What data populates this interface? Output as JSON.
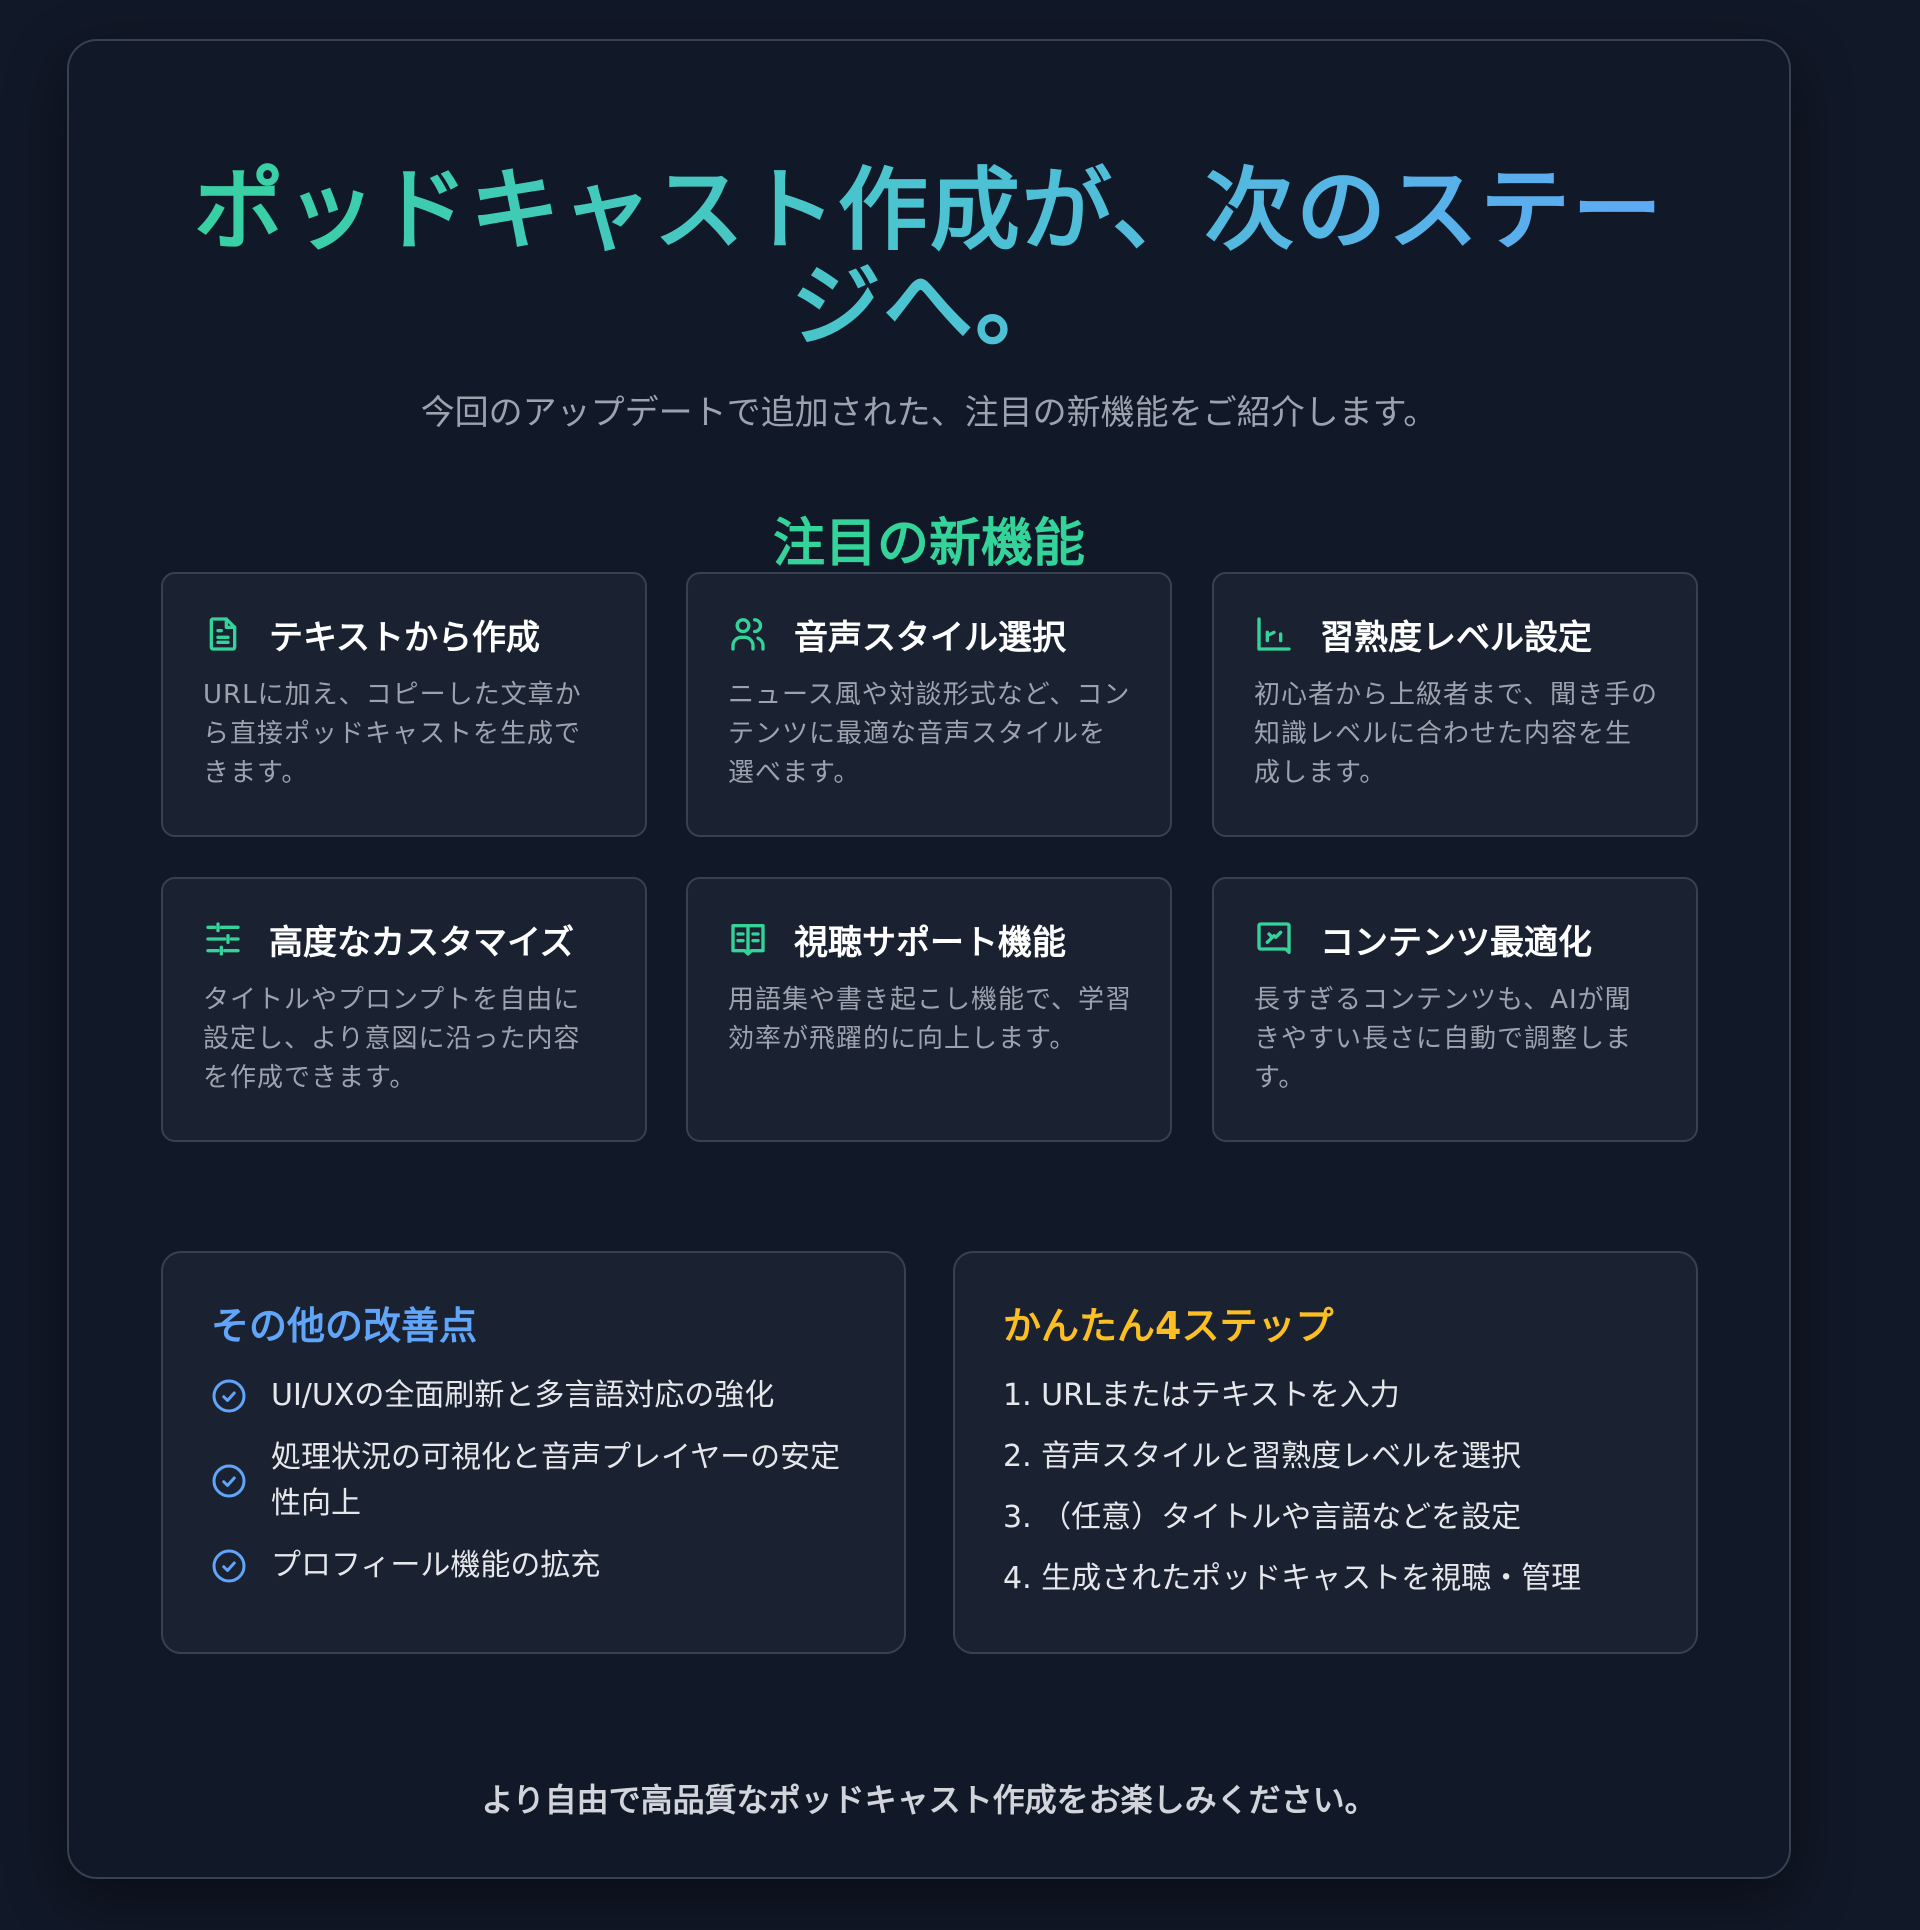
{
  "colors": {
    "background": "#111827",
    "card": "#1A2130",
    "border": "#374151",
    "accent_green": "#34D399",
    "accent_blue": "#60A5FA",
    "accent_yellow": "#FBBF24",
    "text_muted": "#9CA3AF"
  },
  "hero": {
    "title": "ポッドキャスト作成が、次のステージへ。",
    "subtitle": "今回のアップデートで追加された、注目の新機能をご紹介します。"
  },
  "features_section": {
    "title": "注目の新機能",
    "items": [
      {
        "icon": "document-text-icon",
        "title": "テキストから作成",
        "description": "URLに加え、コピーした文章から直接ポッドキャストを生成できます。"
      },
      {
        "icon": "users-icon",
        "title": "音声スタイル選択",
        "description": "ニュース風や対談形式など、コンテンツに最適な音声スタイルを選べます。"
      },
      {
        "icon": "bar-chart-icon",
        "title": "習熟度レベル設定",
        "description": "初心者から上級者まで、聞き手の知識レベルに合わせた内容を生成します。"
      },
      {
        "icon": "sliders-icon",
        "title": "高度なカスタマイズ",
        "description": "タイトルやプロンプトを自由に設定し、より意図に沿った内容を作成できます。"
      },
      {
        "icon": "book-open-icon",
        "title": "視聴サポート機能",
        "description": "用語集や書き起こし機能で、学習効率が飛躍的に向上します。"
      },
      {
        "icon": "chart-message-icon",
        "title": "コンテンツ最適化",
        "description": "長すぎるコンテンツも、AIが聞きやすい長さに自動で調整します。"
      }
    ]
  },
  "improvements": {
    "title": "その他の改善点",
    "items": [
      "UI/UXの全面刷新と多言語対応の強化",
      "処理状況の可視化と音声プレイヤーの安定性向上",
      "プロフィール機能の拡充"
    ]
  },
  "steps": {
    "title": "かんたん4ステップ",
    "items": [
      "1. URLまたはテキストを入力",
      "2. 音声スタイルと習熟度レベルを選択",
      "3. （任意）タイトルや言語などを設定",
      "4. 生成されたポッドキャストを視聴・管理"
    ]
  },
  "footer": {
    "text": "より自由で高品質なポッドキャスト作成をお楽しみください。"
  }
}
